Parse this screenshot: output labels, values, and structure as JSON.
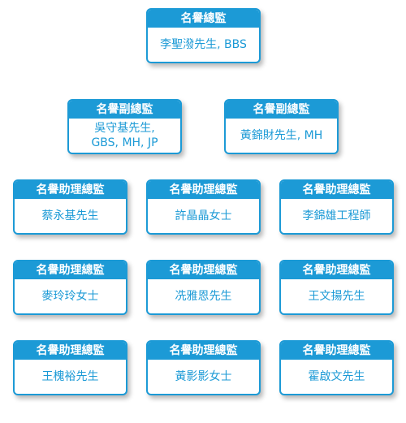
{
  "colors": {
    "accent": "#1c9ad6",
    "header_text": "#ffffff",
    "body_text": "#1c9ad6"
  },
  "nodes": {
    "director": {
      "title": "名譽總監",
      "name": "李聖潑先生, BBS"
    },
    "deputy_1": {
      "title": "名譽副總監",
      "name": "吳守基先生,\nGBS, MH, JP"
    },
    "deputy_2": {
      "title": "名譽副總監",
      "name": "黃錦財先生, MH"
    },
    "assistant_1": {
      "title": "名譽助理總監",
      "name": "蔡永基先生"
    },
    "assistant_2": {
      "title": "名譽助理總監",
      "name": "許晶晶女士"
    },
    "assistant_3": {
      "title": "名譽助理總監",
      "name": "李錦雄工程師"
    },
    "assistant_4": {
      "title": "名譽助理總監",
      "name": "麥玲玲女士"
    },
    "assistant_5": {
      "title": "名譽助理總監",
      "name": "冼雅恩先生"
    },
    "assistant_6": {
      "title": "名譽助理總監",
      "name": "王文揚先生"
    },
    "assistant_7": {
      "title": "名譽助理總監",
      "name": "王槐裕先生"
    },
    "assistant_8": {
      "title": "名譽助理總監",
      "name": "黃影影女士"
    },
    "assistant_9": {
      "title": "名譽助理總監",
      "name": "霍啟文先生"
    }
  }
}
